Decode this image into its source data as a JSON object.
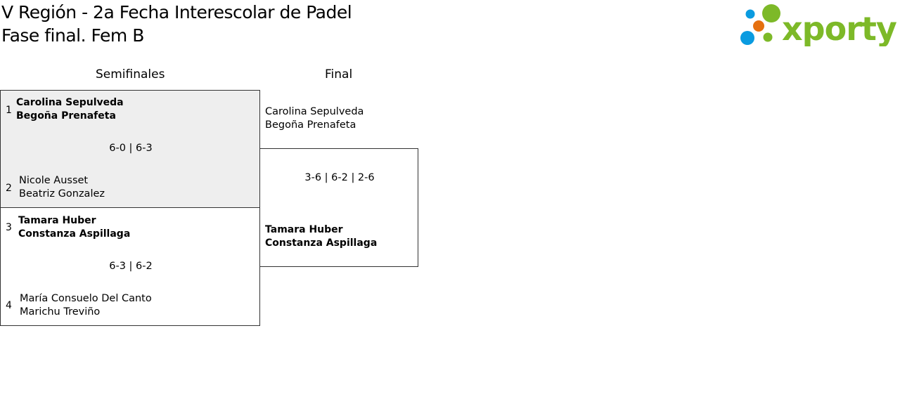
{
  "header": {
    "title_line1": "V Región - 2a Fecha Interescolar de Padel",
    "title_line2": "Fase final. Fem B",
    "logo_text": "xporty"
  },
  "rounds": {
    "semifinals": "Semifinales",
    "final": "Final"
  },
  "semifinals": [
    {
      "score": "6-0 | 6-3",
      "team1": {
        "seed": "1",
        "p1": "Carolina Sepulveda",
        "p2": "Begoña Prenafeta"
      },
      "team2": {
        "seed": "2",
        "p1": "Nicole Ausset",
        "p2": "Beatriz Gonzalez"
      }
    },
    {
      "score": "6-3 | 6-2",
      "team1": {
        "seed": "3",
        "p1": "Tamara Huber",
        "p2": "Constanza Aspillaga"
      },
      "team2": {
        "seed": "4",
        "p1": "María Consuelo Del Canto",
        "p2": "Marichu Treviño"
      }
    }
  ],
  "final": {
    "score": "3-6 | 6-2 | 2-6",
    "team1": {
      "p1": "Carolina Sepulveda",
      "p2": "Begoña Prenafeta"
    },
    "team2": {
      "p1": "Tamara Huber",
      "p2": "Constanza Aspillaga"
    }
  },
  "colors": {
    "logo_green": "#7db928",
    "logo_blue": "#0a9be0",
    "logo_orange": "#e5700f",
    "highlight": "#eeeeee"
  }
}
